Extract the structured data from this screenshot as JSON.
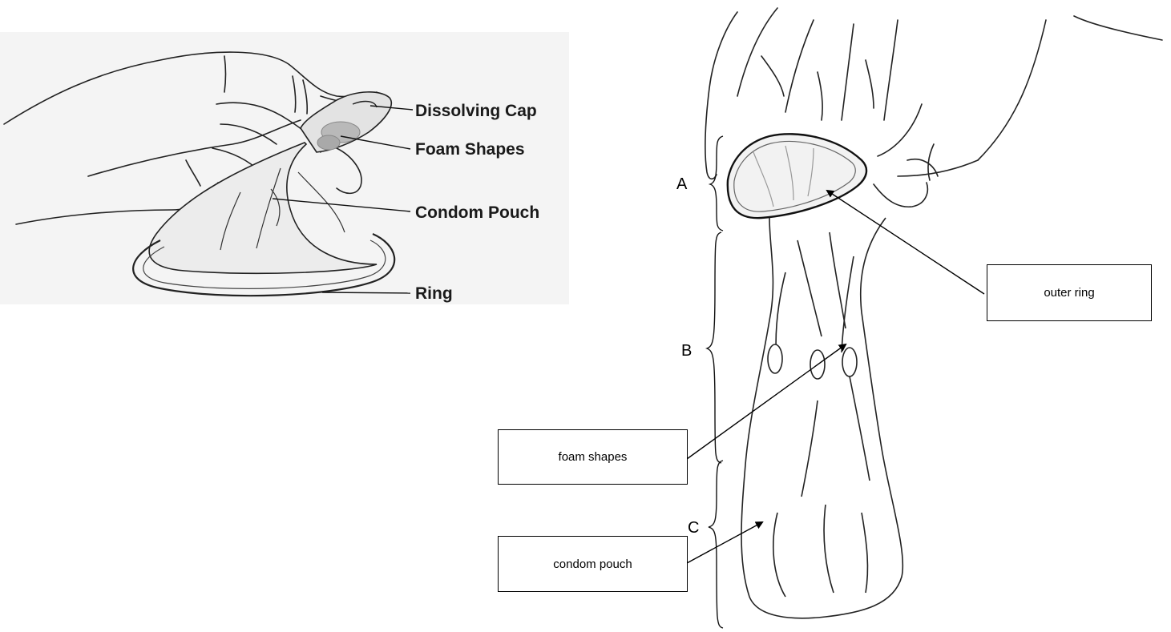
{
  "left_diagram": {
    "labels": {
      "dissolving_cap": "Dissolving Cap",
      "foam_shapes": "Foam Shapes",
      "condom_pouch": "Condom Pouch",
      "ring": "Ring"
    }
  },
  "right_diagram": {
    "brackets": {
      "a": "A",
      "b": "B",
      "c": "C"
    },
    "callouts": {
      "outer_ring": "outer ring",
      "foam_shapes": "foam shapes",
      "condom_pouch": "condom pouch"
    }
  }
}
